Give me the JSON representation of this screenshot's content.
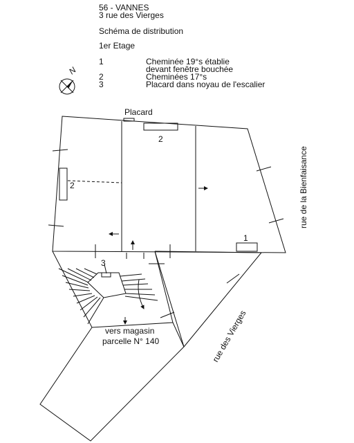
{
  "header": {
    "line1": "56 - VANNES",
    "line2": "3 rue des Vierges",
    "schema": "Schéma de distribution",
    "floor": "1er Etage"
  },
  "legend": [
    {
      "num": "1",
      "lines": [
        "Cheminée 19°s établie",
        "devant fenêtre bouchée"
      ]
    },
    {
      "num": "2",
      "lines": [
        "Cheminées 17°s"
      ]
    },
    {
      "num": "3",
      "lines": [
        "Placard dans noyau de l'escalier"
      ]
    }
  ],
  "compass": {
    "letter": "N",
    "icon": "north-arrow-icon"
  },
  "plan": {
    "placard_label": "Placard",
    "marker_2_top": "2",
    "marker_2_left": "2",
    "marker_1": "1",
    "marker_3": "3",
    "magasin_line1": "vers magasin",
    "magasin_line2": "parcelle N° 140",
    "street_east": "rue de la Bienfaisance",
    "street_south": "rue des Vierges"
  },
  "colors": {
    "ink": "#111111",
    "background": "#ffffff"
  }
}
